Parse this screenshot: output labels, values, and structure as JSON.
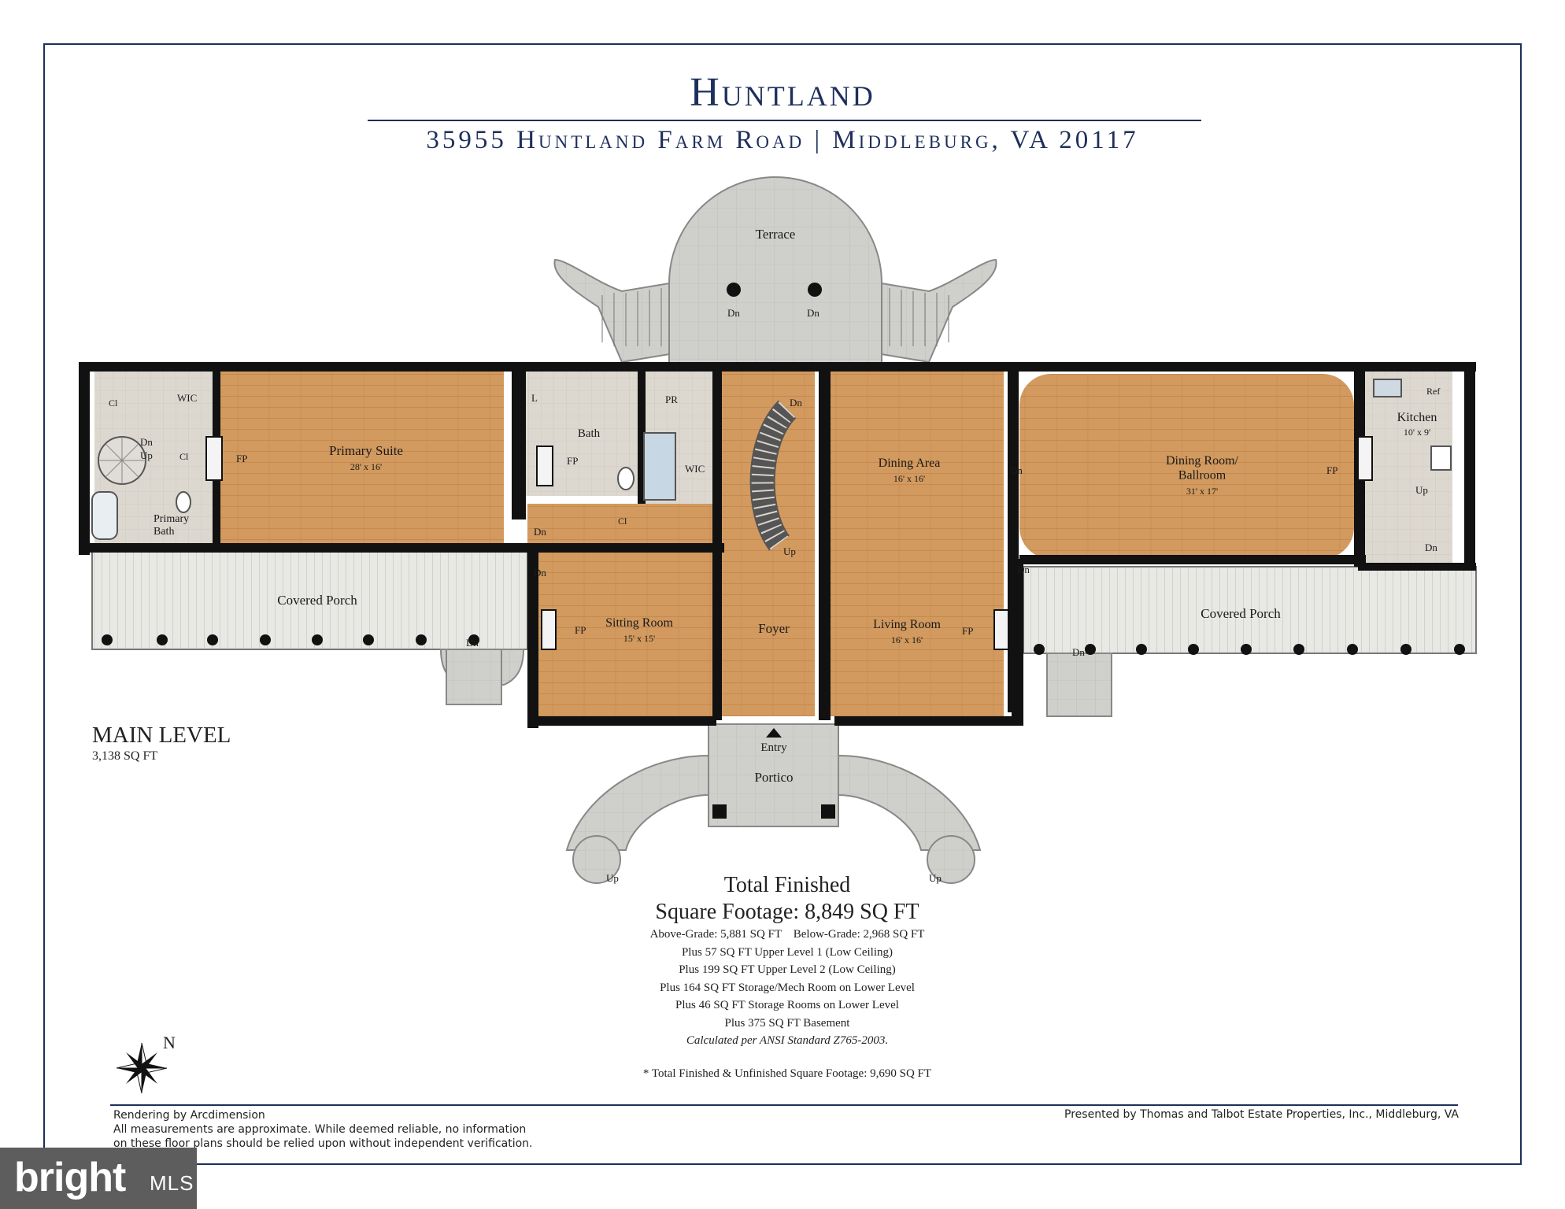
{
  "header": {
    "title": "Huntland",
    "subtitle": "35955 Huntland Farm Road | Middleburg, VA 20117"
  },
  "colors": {
    "accent": "#1e2f5c",
    "floor_wood": "#d29a5f",
    "floor_tile": "#d9d4cc",
    "wall": "#111111",
    "porch": "#e6e6e2"
  },
  "rooms": {
    "primary_suite": {
      "name": "Primary Suite",
      "dims": "28' x 16'"
    },
    "wic_left": "WIC",
    "cl1": "Cl",
    "cl2": "Cl",
    "cl3": "Cl",
    "primary_bath": "Primary\nBath",
    "bath": "Bath",
    "laundry": "L",
    "pr": "PR",
    "wic_mid": "WIC",
    "dining_area": {
      "name": "Dining Area",
      "dims": "16' x 16'"
    },
    "ballroom": {
      "name": "Dining Room/\nBallroom",
      "dims": "31' x 17'"
    },
    "kitchen": {
      "name": "Kitchen",
      "dims": "10' x 9'"
    },
    "ref": "Ref",
    "sitting_room": {
      "name": "Sitting Room",
      "dims": "15' x 15'"
    },
    "foyer": "Foyer",
    "living_room": {
      "name": "Living Room",
      "dims": "16' x 16'"
    },
    "covered_porch_left": "Covered Porch",
    "covered_porch_right": "Covered Porch",
    "terrace": "Terrace",
    "portico": "Portico",
    "entry": "Entry"
  },
  "labels": {
    "fp": "FP",
    "dn": "Dn",
    "up": "Up"
  },
  "level": {
    "name": "MAIN LEVEL",
    "sqft": "3,138 SQ FT"
  },
  "totals": {
    "heading1": "Total Finished",
    "heading2": "Square Footage: 8,849 SQ FT",
    "lines": [
      "Above-Grade: 5,881 SQ FT    Below-Grade: 2,968 SQ FT",
      "Plus 57 SQ FT Upper Level 1 (Low Ceiling)",
      "Plus 199 SQ FT Upper Level 2 (Low Ceiling)",
      "Plus 164 SQ FT Storage/Mech Room on Lower Level",
      "Plus 46 SQ FT Storage Rooms on Lower Level",
      "Plus 375 SQ FT Basement"
    ],
    "calc": "Calculated per ANSI Standard Z765-2003.",
    "note": "* Total Finished & Unfinished Square Footage: 9,690 SQ FT"
  },
  "footer": {
    "credit1": "Rendering by Arcdimension",
    "credit2": "All measurements are approximate. While deemed reliable, no information",
    "credit3": "on these floor plans should be relied upon without independent verification.",
    "presented": "Presented by Thomas and Talbot Estate Properties, Inc., Middleburg, VA"
  },
  "compass": {
    "letter": "N"
  },
  "watermark": {
    "brand": "bright",
    "suffix": "MLS"
  }
}
